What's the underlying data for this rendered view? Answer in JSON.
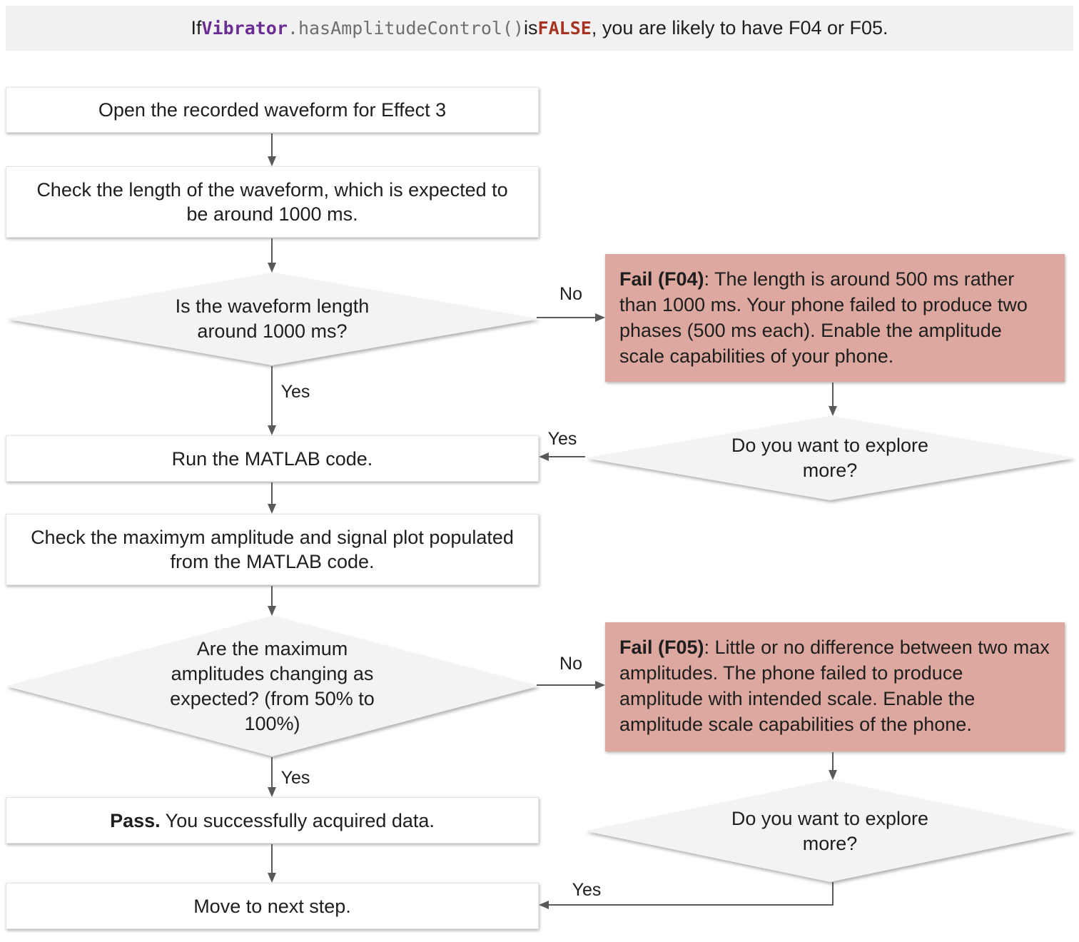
{
  "banner": {
    "prefix": "If ",
    "code_class": "Vibrator",
    "code_method": ".hasAmplitudeControl()",
    "middle": " is ",
    "code_false": "FALSE",
    "suffix": ", you are likely to have F04 or F05."
  },
  "nodes": {
    "open": {
      "text": "Open the recorded waveform for Effect 3"
    },
    "check_length": {
      "text": "Check the length of the waveform, which is expected to be around 1000 ms."
    },
    "is_length": {
      "text": "Is the waveform length around 1000 ms?"
    },
    "fail_f04": {
      "bold": "Fail (F04)",
      "rest": ": The length is around 500 ms rather than 1000 ms. Your phone failed to produce two phases (500 ms each). Enable the amplitude scale capabilities of your phone."
    },
    "explore_1": {
      "text": "Do you want to explore more?"
    },
    "run_matlab": {
      "text": "Run the MATLAB code."
    },
    "check_amplitude": {
      "text": "Check the maximym amplitude and signal plot populated from the MATLAB code."
    },
    "are_amplitudes": {
      "text": "Are the maximum amplitudes changing as expected? (from 50% to 100%)"
    },
    "fail_f05": {
      "bold": "Fail (F05)",
      "rest": ": Little or no difference between two max amplitudes. The phone failed to produce amplitude with intended scale. Enable the amplitude scale capabilities of the phone."
    },
    "pass": {
      "bold": "Pass.",
      "rest": " You successfully acquired data."
    },
    "explore_2": {
      "text": "Do you want to explore more?"
    },
    "move_next": {
      "text": "Move to next step."
    }
  },
  "labels": {
    "no_f04": "No",
    "yes_length": "Yes",
    "yes_explore_1": "Yes",
    "no_f05": "No",
    "yes_amplitudes": "Yes",
    "yes_explore_2": "Yes"
  },
  "colors": {
    "banner_bg": "#f1f1f1",
    "diamond_bg": "#f3f3f3",
    "fail_bg": "#dda89f",
    "arrow": "#595959",
    "code_purple": "#6a2d91",
    "code_gray": "#6e6e6e",
    "code_red": "#a63322"
  }
}
